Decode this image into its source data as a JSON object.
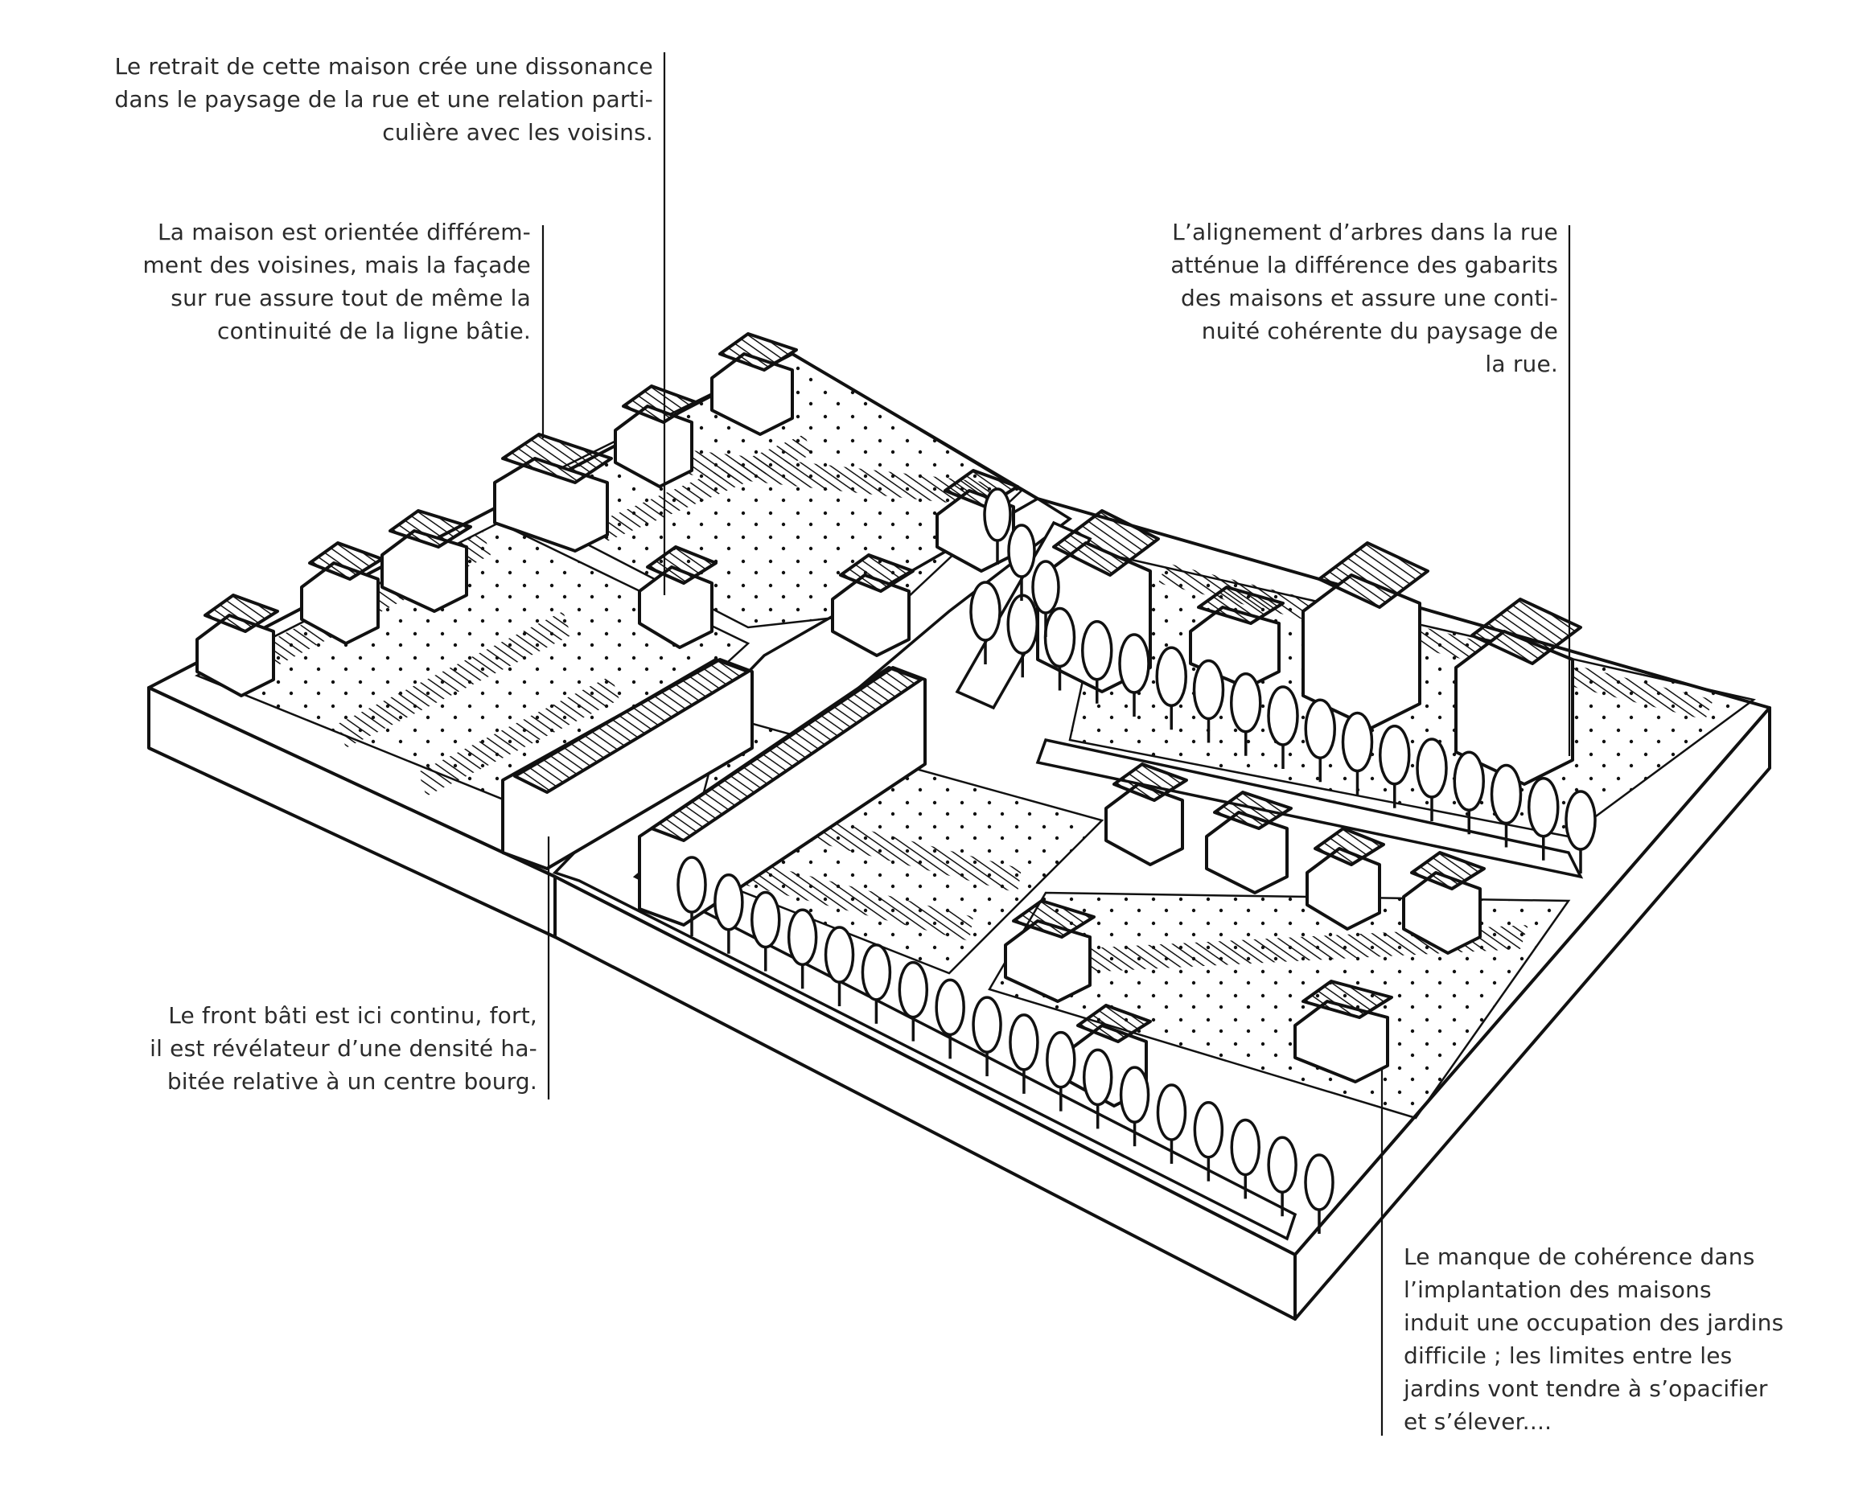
{
  "annotations": {
    "retrait": {
      "lines": [
        "Le retrait de cette maison crée une dissonance",
        "dans le paysage de la rue et une relation parti-",
        "culière avec les voisins."
      ]
    },
    "orientee": {
      "lines": [
        "La maison est orientée différem-",
        "ment des voisines, mais la façade",
        "sur rue assure tout de même la",
        "continuité de la ligne bâtie."
      ]
    },
    "alignement": {
      "lines": [
        "L’alignement d’arbres dans la rue",
        "atténue la différence des gabarits",
        "des maisons et assure une conti-",
        "nuité cohérente du paysage de",
        "la rue."
      ]
    },
    "front_bati": {
      "lines": [
        "Le front bâti est ici continu, fort,",
        "il est révélateur d’une densité ha-",
        "bitée relative à un centre bourg."
      ]
    },
    "manque_coherence": {
      "lines": [
        "Le manque de cohérence dans",
        "l’implantation des maisons",
        "induit une occupation des jardins",
        "difficile ; les limites entre les",
        "jardins vont tendre à s’opacifier",
        "et s’élever...."
      ]
    }
  },
  "colors": {
    "ink": "#111111",
    "text": "#2b2b2b",
    "paper": "#ffffff"
  }
}
